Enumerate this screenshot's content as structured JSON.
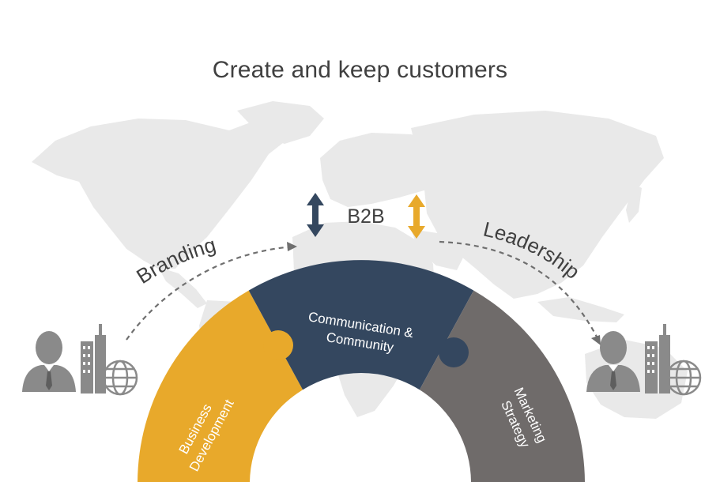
{
  "title": "Create and keep customers",
  "center_label": "B2B",
  "left_arc_label": "Branding",
  "right_arc_label": "Leadership",
  "segments": {
    "business_development": [
      "Business",
      "Development"
    ],
    "communication": [
      "Communication &",
      "Community"
    ],
    "marketing": [
      "Marketing",
      "Strategy"
    ]
  },
  "colors": {
    "gold": "#E8A92B",
    "navy": "#34475F",
    "gray": "#6F6B6A",
    "map": "#E9E9E9",
    "icon": "#8A8A8A",
    "text": "#404040"
  },
  "icons": [
    "businessman-icon",
    "skyscraper-icon",
    "globe-icon",
    "up-down-arrow-icon"
  ]
}
